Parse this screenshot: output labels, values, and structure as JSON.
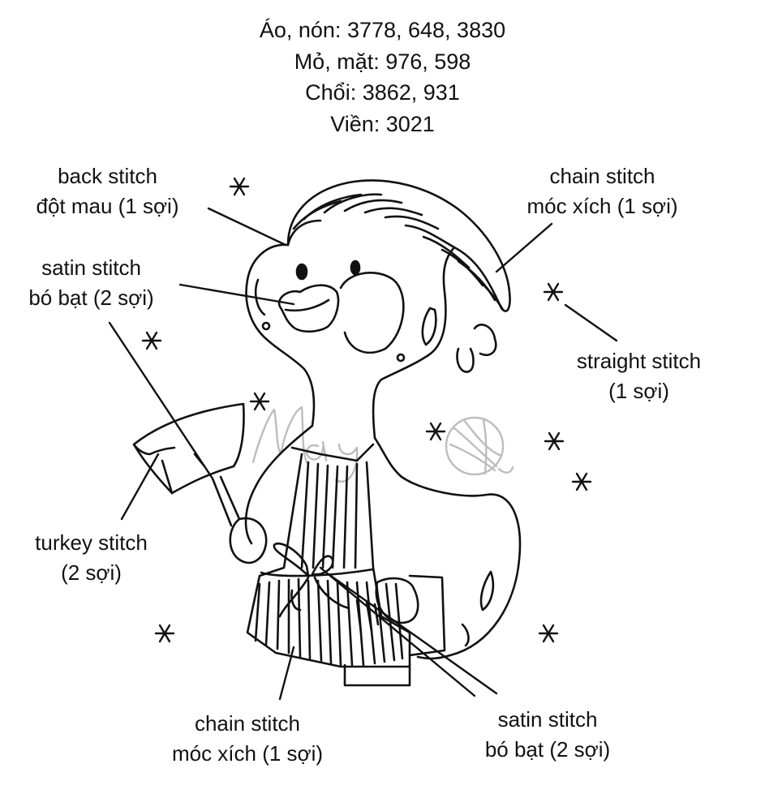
{
  "thread_key": {
    "lines": [
      "Áo, nón: 3778, 648, 3830",
      "Mỏ, mặt: 976, 598",
      "Chổi: 3862, 931",
      "Viền: 3021"
    ]
  },
  "labels": {
    "back_stitch": {
      "line1": "back stitch",
      "line2": "đột mau (1 sợi)"
    },
    "satin_stitch_beak": {
      "line1": "satin stitch",
      "line2": "bó bạt (2 sợi)"
    },
    "chain_stitch_hat": {
      "line1": "chain stitch",
      "line2": "móc xích (1 sợi)"
    },
    "straight_stitch": {
      "line1": "straight stitch",
      "line2": "(1 sợi)"
    },
    "turkey_stitch": {
      "line1": "turkey stitch",
      "line2": "(2 sợi)"
    },
    "chain_stitch_apron": {
      "line1": "chain stitch",
      "line2": "móc xích (1 sợi)"
    },
    "satin_stitch_bow": {
      "line1": "satin stitch",
      "line2": "bó bạt (2 sợi)"
    }
  },
  "watermark": {
    "text": "May"
  },
  "colors": {
    "line": "#111111",
    "watermark": "#bdbdbd",
    "background": "#ffffff"
  }
}
